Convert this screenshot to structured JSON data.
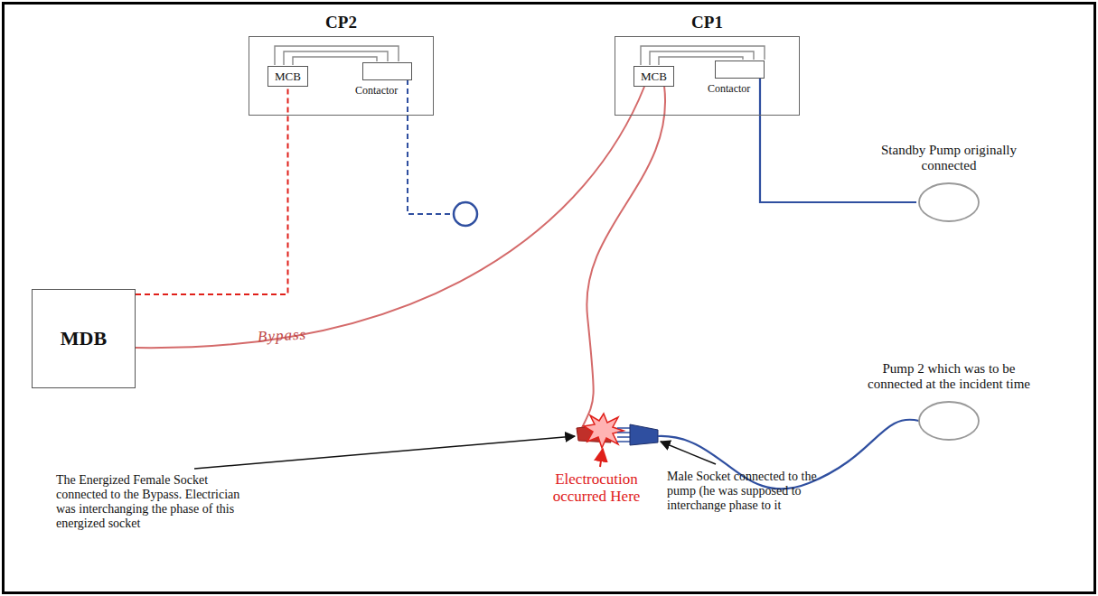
{
  "diagram": {
    "nodes": [
      {
        "text": [
          "CP2"
        ]
      },
      {
        "text": [
          "MCB"
        ],
        "in": 0
      },
      {
        "text": [
          "Contactor"
        ],
        "in": 0
      },
      {
        "text": [
          "CP1"
        ]
      },
      {
        "text": [
          "MCB"
        ],
        "in": 3
      },
      {
        "text": [
          "Contactor"
        ],
        "in": 3
      },
      {
        "text": [
          "MDB"
        ]
      },
      {
        "text": [
          "Standby Pump originally connected"
        ]
      },
      {
        "text": [
          "Pump 2 which was to be connected at the incident time"
        ]
      }
    ],
    "edges": [
      {
        "from": 6,
        "to": 1,
        "arrow": "none"
      },
      {
        "from": 6,
        "to": 4,
        "label": "Bypass",
        "arrow": "none"
      },
      {
        "from": 5,
        "to": 7,
        "arrow": "none"
      }
    ],
    "labels": [
      "The Energized Female Socket connected to the Bypass. Electrician was interchanging the phase of this energized socket",
      "Male Socket connected to the pump (he was supposed to interchange phase to it",
      "Electrocution occurred Here"
    ]
  }
}
